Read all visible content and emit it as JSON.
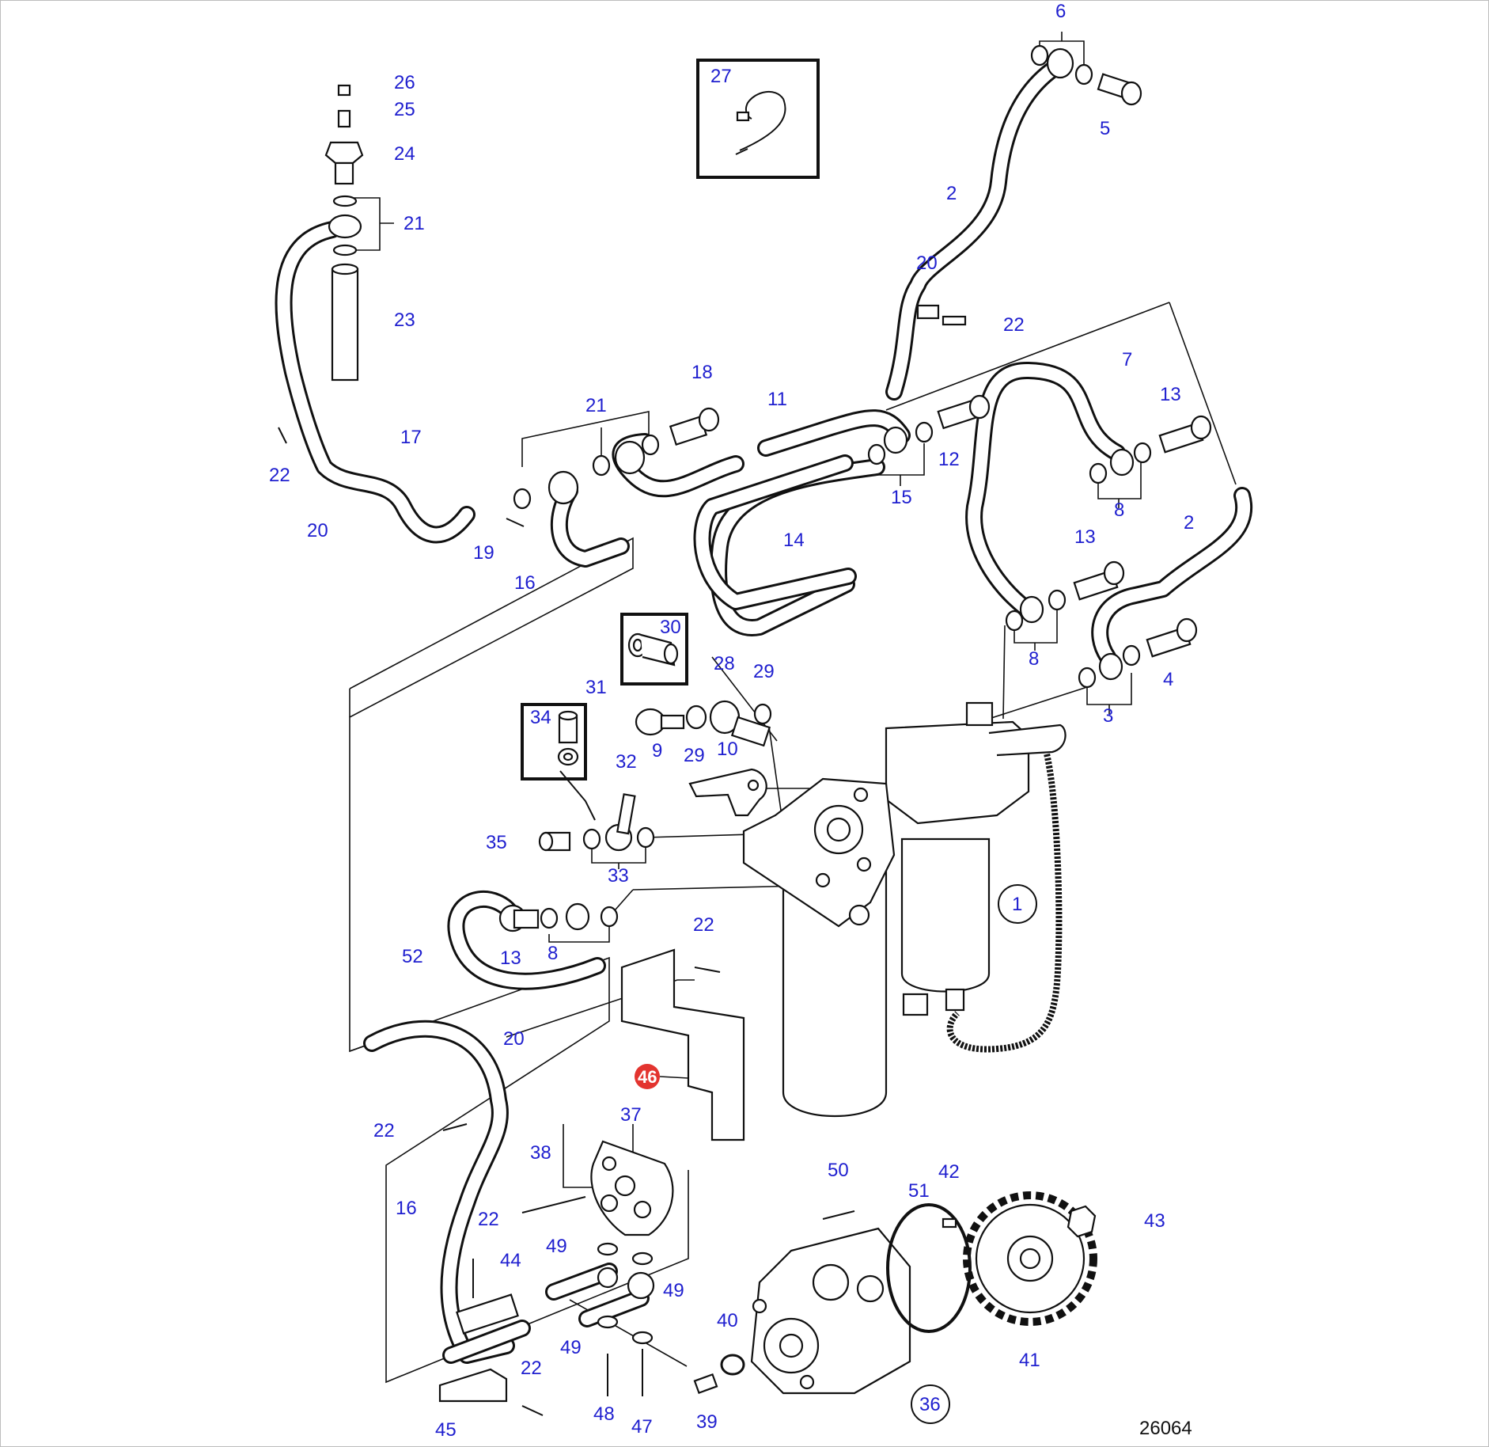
{
  "diagram": {
    "drawing_number": "26064",
    "highlight_color": "#e3342f",
    "label_color": "#1f1fcf",
    "labels": {
      "l1": "1",
      "l2a": "2",
      "l2b": "2",
      "l3": "3",
      "l4": "4",
      "l5": "5",
      "l6": "6",
      "l7": "7",
      "l8a": "8",
      "l8b": "8",
      "l8c": "8",
      "l9": "9",
      "l10": "10",
      "l11": "11",
      "l12": "12",
      "l13a": "13",
      "l13b": "13",
      "l13c": "13",
      "l14": "14",
      "l15": "15",
      "l16a": "16",
      "l16b": "16",
      "l17": "17",
      "l18": "18",
      "l19": "19",
      "l20a": "20",
      "l20b": "20",
      "l20c": "20",
      "l21a": "21",
      "l21b": "21",
      "l22a": "22",
      "l22b": "22",
      "l22c": "22",
      "l22d": "22",
      "l22e": "22",
      "l22f": "22",
      "l23": "23",
      "l24": "24",
      "l25": "25",
      "l26": "26",
      "l27": "27",
      "l28": "28",
      "l29a": "29",
      "l29b": "29",
      "l30": "30",
      "l31": "31",
      "l32": "32",
      "l33": "33",
      "l34": "34",
      "l35": "35",
      "l36": "36",
      "l37": "37",
      "l38": "38",
      "l39": "39",
      "l40": "40",
      "l41": "41",
      "l42": "42",
      "l43": "43",
      "l44": "44",
      "l45": "45",
      "l46": "46",
      "l47": "47",
      "l48": "48",
      "l49a": "49",
      "l49b": "49",
      "l49c": "49",
      "l50": "50",
      "l51": "51",
      "l52": "52"
    }
  }
}
